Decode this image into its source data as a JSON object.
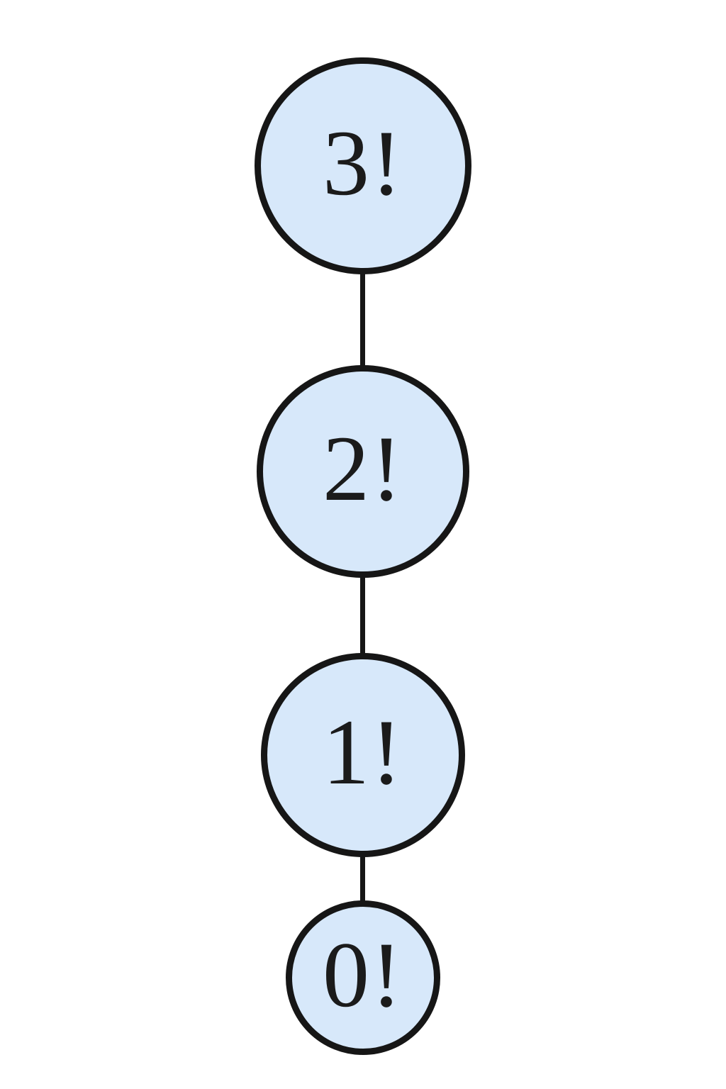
{
  "diagram": {
    "type": "vertical-node-chain",
    "description": "Chain of four circular nodes connected top-to-bottom representing factorial recursion calls",
    "nodes": [
      {
        "id": "n3",
        "label": "3!"
      },
      {
        "id": "n2",
        "label": "2!"
      },
      {
        "id": "n1",
        "label": "1!"
      },
      {
        "id": "n0",
        "label": "0!"
      }
    ],
    "edges": [
      {
        "from": "n3",
        "to": "n2"
      },
      {
        "from": "n2",
        "to": "n1"
      },
      {
        "from": "n1",
        "to": "n0"
      }
    ],
    "colors": {
      "node_fill": "#d7e8fa",
      "node_stroke": "#161616",
      "edge": "#161616",
      "text": "#1b1b1b",
      "background": "#ffffff"
    }
  }
}
